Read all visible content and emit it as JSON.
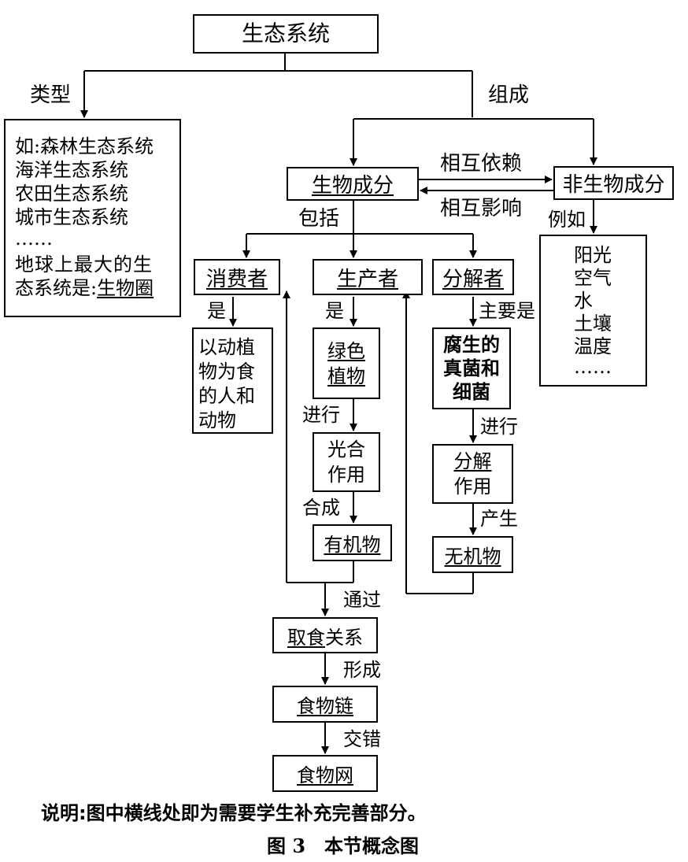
{
  "root": {
    "label": "生态系统"
  },
  "types": {
    "edge_label": "类型",
    "lines": [
      "如:森林生态系统",
      "海洋生态系统",
      "农田生态系统",
      "城市生态系统",
      "……",
      "地球上最大的生",
      "态系统是:"
    ],
    "answer": "生物圈"
  },
  "composition": {
    "edge_label": "组成"
  },
  "biotic": {
    "label": "生物成分",
    "includes_label": "包括"
  },
  "abiotic": {
    "label": "非生物成分",
    "example_label": "例如",
    "items": [
      "阳光",
      "空气",
      "水",
      "土壤",
      "温度",
      "……"
    ]
  },
  "relations": {
    "depend": "相互依赖",
    "influence": "相互影响"
  },
  "consumer": {
    "label": "消费者",
    "edge_label": "是",
    "desc_lines": [
      "以动植",
      "物为食",
      "的人和",
      "动物"
    ]
  },
  "producer": {
    "label": "生产者",
    "edge_label": "是",
    "kind_lines": [
      "绿色",
      "植物"
    ],
    "process_edge": "进行",
    "process_lines": [
      "光合",
      "作用"
    ],
    "product_edge": "合成",
    "product": "有机物"
  },
  "decomposer": {
    "label": "分解者",
    "edge_label": "主要是",
    "kind_lines": [
      "腐生的",
      "真菌和",
      "细菌"
    ],
    "process_edge": "进行",
    "process_lines": [
      "分解",
      "作用"
    ],
    "product_edge": "产生",
    "product": "无机物"
  },
  "chain": {
    "via_label": "通过",
    "feeding_underlined": "取食",
    "feeding_rest": "关系",
    "form_label": "形成",
    "food_chain": "食物链",
    "interweave_label": "交错",
    "food_web": "食物网"
  },
  "footer": {
    "note": "说明:图中横线处即为需要学生补充完善部分。",
    "caption": "图 3　本节概念图"
  }
}
